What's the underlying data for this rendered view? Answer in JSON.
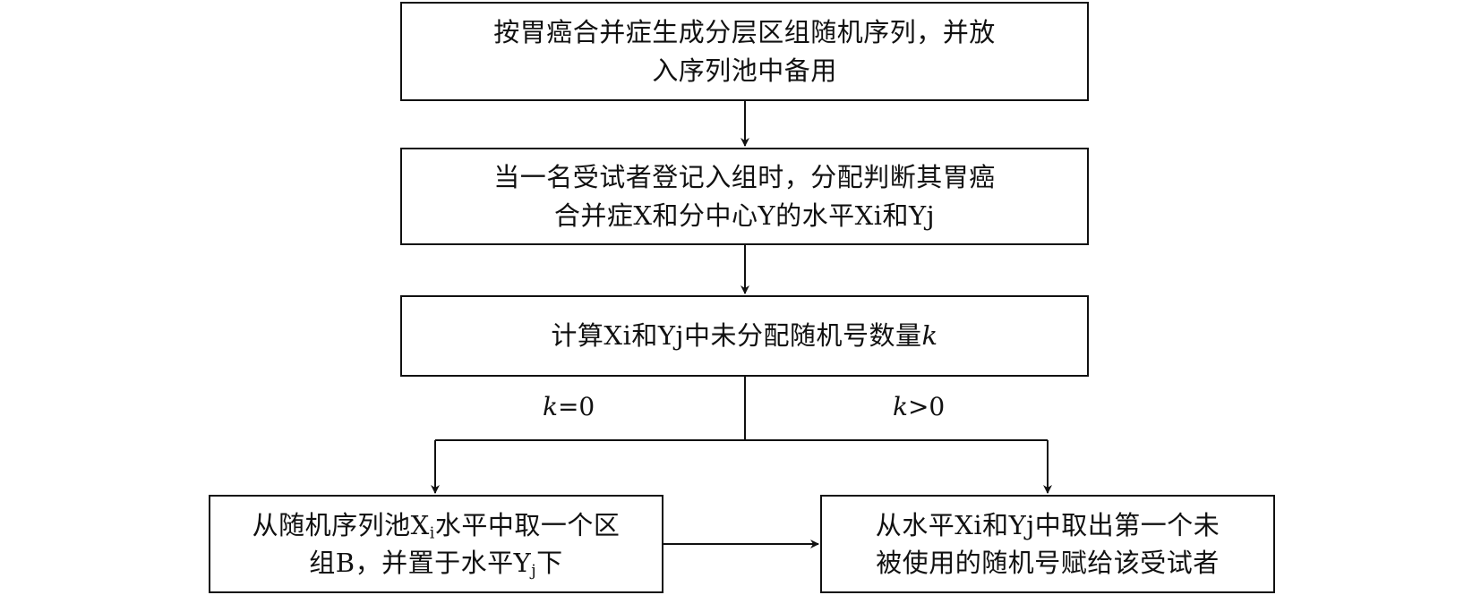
{
  "nodes": {
    "step1": {
      "line1": "按胃癌合并症生成分层区组随机序列，并放",
      "line2": "入序列池中备用"
    },
    "step2": {
      "line1": "当一名受试者登记入组时，分配判断其胃癌",
      "line2": "合并症X和分中心Y的水平Xi和Yj"
    },
    "step3": {
      "prefix": "计算Xi和Yj中未分配随机号数量",
      "var": "k"
    },
    "step4": {
      "l1_a": "从随机序列池X",
      "l1_sub": "i",
      "l1_b": "水平中取一个区",
      "l2_a": "组B，并置于水平Y",
      "l2_sub": "j",
      "l2_b": "下"
    },
    "step5": {
      "line1": "从水平Xi和Yj中取出第一个未",
      "line2": "被使用的随机号赋给该受试者"
    }
  },
  "branches": {
    "left": {
      "var": "k",
      "rest": "=0"
    },
    "right": {
      "var": "k",
      "rest": ">0"
    }
  }
}
